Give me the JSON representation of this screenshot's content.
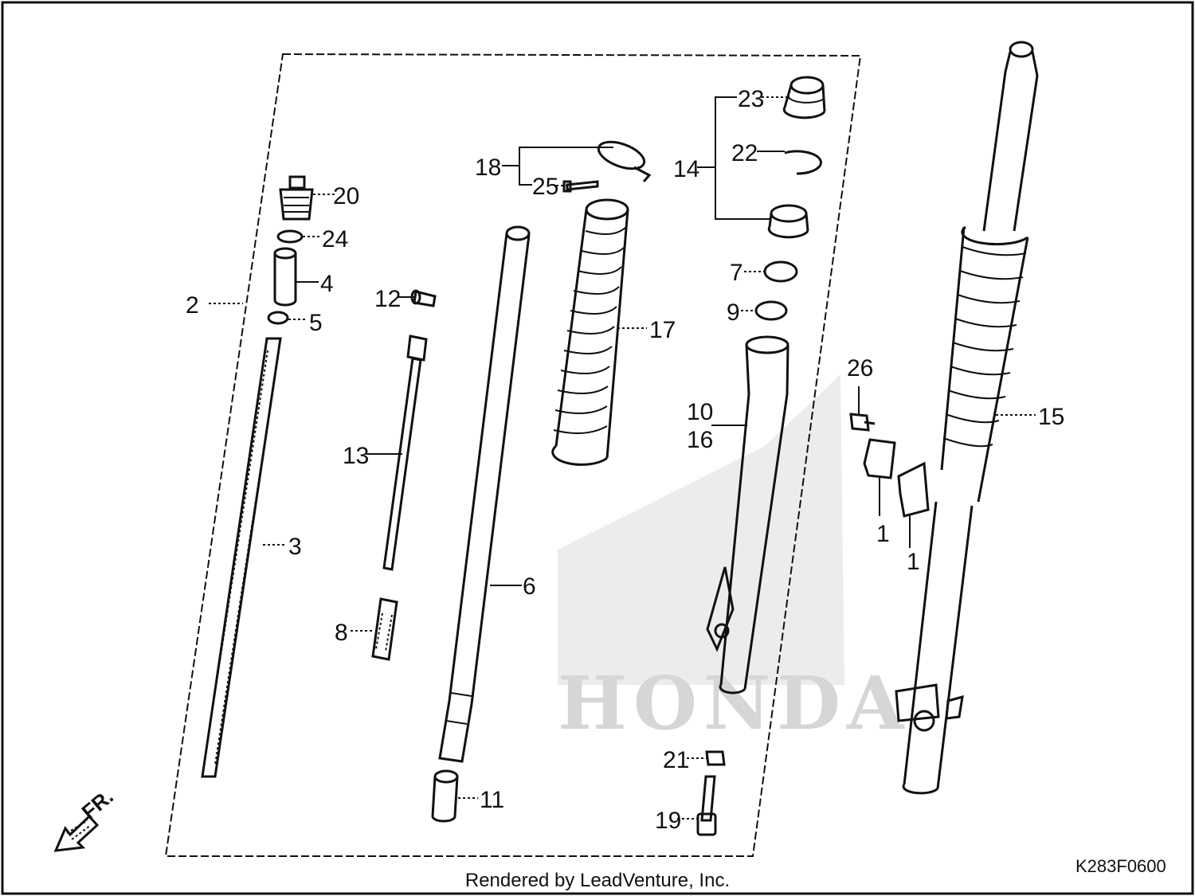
{
  "watermark": "HONDA",
  "direction_label": "FR.",
  "diagram_code": "K283F0600",
  "footer": "Rendered by LeadVenture, Inc.",
  "callouts": {
    "c1a": "1",
    "c1b": "1",
    "c2": "2",
    "c3": "3",
    "c4": "4",
    "c5": "5",
    "c6": "6",
    "c7": "7",
    "c8": "8",
    "c9": "9",
    "c10": "10",
    "c11": "11",
    "c12": "12",
    "c13": "13",
    "c14": "14",
    "c15": "15",
    "c16": "16",
    "c17": "17",
    "c18": "18",
    "c19": "19",
    "c20": "20",
    "c21": "21",
    "c22": "22",
    "c23": "23",
    "c24": "24",
    "c25": "25",
    "c26": "26"
  }
}
